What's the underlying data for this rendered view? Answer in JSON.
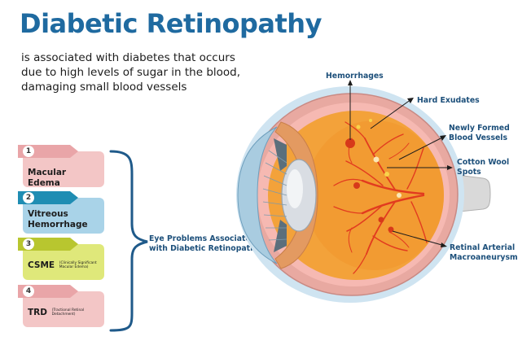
{
  "header": {
    "title": "Diabetic Retinopathy",
    "subtitle_lines": [
      "is associated with diabetes that occurs",
      "due to high levels of sugar in the blood,",
      "damaging small blood vessels"
    ]
  },
  "problems": {
    "group_label_lines": [
      "Eye Problems Associated",
      "with Diabetic Retinopathy"
    ],
    "items": [
      {
        "number": "1",
        "label": "Macular Edema",
        "color": "#f3c6c6",
        "tab_color": "#e9a5a8"
      },
      {
        "number": "2",
        "label_lines": [
          "Vitreous",
          "Hemorrhage"
        ],
        "color": "#a9d3e8",
        "tab_color": "#1f8db3"
      },
      {
        "number": "3",
        "label": "CSME",
        "note_lines": [
          "(Clinically Significant",
          "Macular Edema)"
        ],
        "color": "#dfe87a",
        "tab_color": "#b8c62f"
      },
      {
        "number": "4",
        "label": "TRD",
        "note_lines": [
          "(Tractional Retinal",
          "Detachment)"
        ],
        "color": "#f3c6c6",
        "tab_color": "#e9a5a8"
      }
    ]
  },
  "eye_labels": {
    "hemorrhages": "Hemorrhages",
    "hard_exudates": "Hard Exudates",
    "new_vessels": [
      "Newly Formed",
      "Blood Vessels"
    ],
    "cotton_wool": [
      "Cotton Wool",
      "Spots"
    ],
    "macroaneurysm": [
      "Retinal Arterial",
      "Macroaneurysm"
    ]
  },
  "colors": {
    "title": "#1f6aa0",
    "label_text": "#1c4f7a",
    "bracket": "#1f5a8a",
    "sclera": "#e8a9a1",
    "retina": "#f3a23a",
    "vessels": "#e23b1f",
    "cornea": "#a9cce0"
  }
}
